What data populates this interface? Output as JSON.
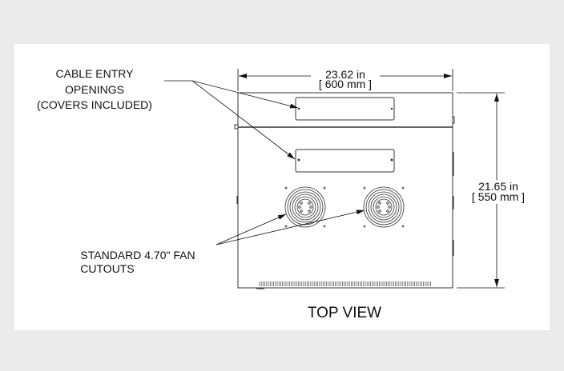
{
  "labels": {
    "cable_entry_line1": "CABLE ENTRY",
    "cable_entry_line2": "OPENINGS",
    "cable_entry_line3": "(COVERS INCLUDED)",
    "fan_line1": "STANDARD 4.70\" FAN",
    "fan_line2": "CUTOUTS"
  },
  "dimensions": {
    "width_in": "23.62 in",
    "width_mm": "[ 600 mm ]",
    "depth_in": "21.65 in",
    "depth_mm": "[ 550 mm ]"
  },
  "view_title": "TOP VIEW"
}
